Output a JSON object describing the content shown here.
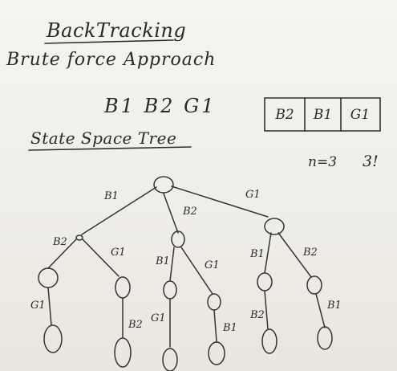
{
  "title": "BackTracking",
  "subtitle": "Brute force Approach",
  "items_line": "B1 B2 G1",
  "tree_heading": "State Space Tree",
  "permutation_box": [
    "B2",
    "B1",
    "G1"
  ],
  "count_n": "n=3",
  "count_factorial": "3!",
  "tree": {
    "level1_edges": [
      "B1",
      "B2",
      "G1"
    ],
    "level2_edges": [
      "B2",
      "G1",
      "B1",
      "G1",
      "B1",
      "B2"
    ],
    "level3_edges": [
      "G1",
      "B2",
      "G1",
      "B1",
      "B2",
      "B1"
    ]
  },
  "colors": {
    "board": "#f1efe9",
    "ink": "#2a2a2a"
  }
}
